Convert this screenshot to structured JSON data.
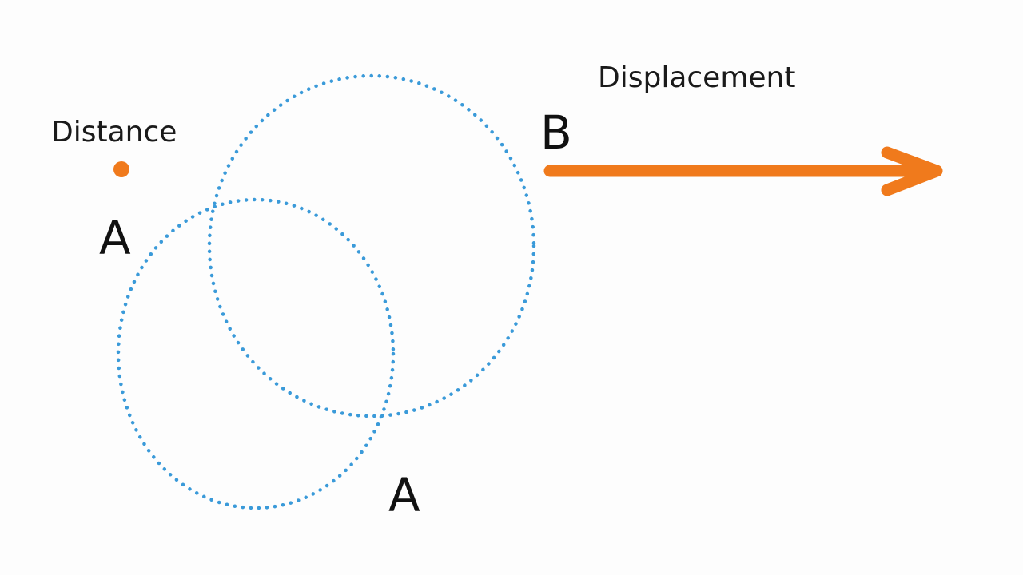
{
  "labels": {
    "distance": "Distance",
    "displacement": "Displacement",
    "point_a_top": "A",
    "point_a_bottom": "A",
    "point_b": "B"
  },
  "colors": {
    "path": "#3a9ad9",
    "arrow": "#f07a1c",
    "dot": "#f07a1c",
    "text": "#111111",
    "background": "#fdfdfd"
  }
}
